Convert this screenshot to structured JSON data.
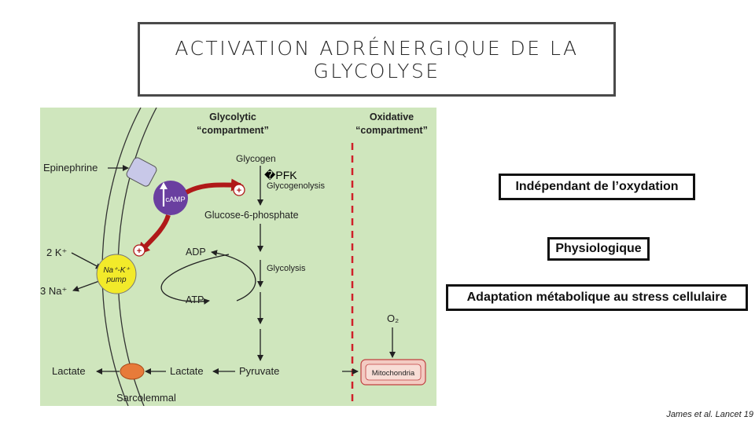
{
  "title": {
    "line1": "ACTIVATION ADRÉNERGIQUE DE LA",
    "line2": "GLYCOLYSE"
  },
  "diagram": {
    "glycolytic_heading": [
      "Glycolytic",
      "“compartment”"
    ],
    "oxidative_heading": [
      "Oxidative",
      "“compartment”"
    ],
    "epinephrine": "Epinephrine",
    "camp": "cAMP",
    "glycogen": "Glycogen",
    "pfk": "�PFK",
    "glycogenolysis": "Glycogenolysis",
    "g6p": "Glucose-6-phosphate",
    "k_ion": "2 K⁺",
    "na_ion": "3 Na⁺",
    "pump": [
      "Na⁺-K⁺",
      "pump"
    ],
    "adp": "ADP",
    "glycolysis": "Glycolysis",
    "atp": "ATP",
    "o2": "O₂",
    "lactate_out": "Lactate",
    "lactate_in": "Lactate",
    "pyruvate": "Pyruvate",
    "mitochondria": "Mitochondria",
    "sarcolemmal": "Sarcolemmal",
    "plus": "+",
    "colors": {
      "background": "#cfe6bd",
      "red": "#b01919",
      "purple": "#6a3fa0",
      "pump": "#f2ea2a",
      "divider": "#d0202a"
    }
  },
  "callouts": {
    "independent": "Indépendant de l’oxydation",
    "physiological": "Physiologique",
    "adaptation": "Adaptation métabolique au stress cellulaire"
  },
  "citation": "James et al. Lancet 19"
}
